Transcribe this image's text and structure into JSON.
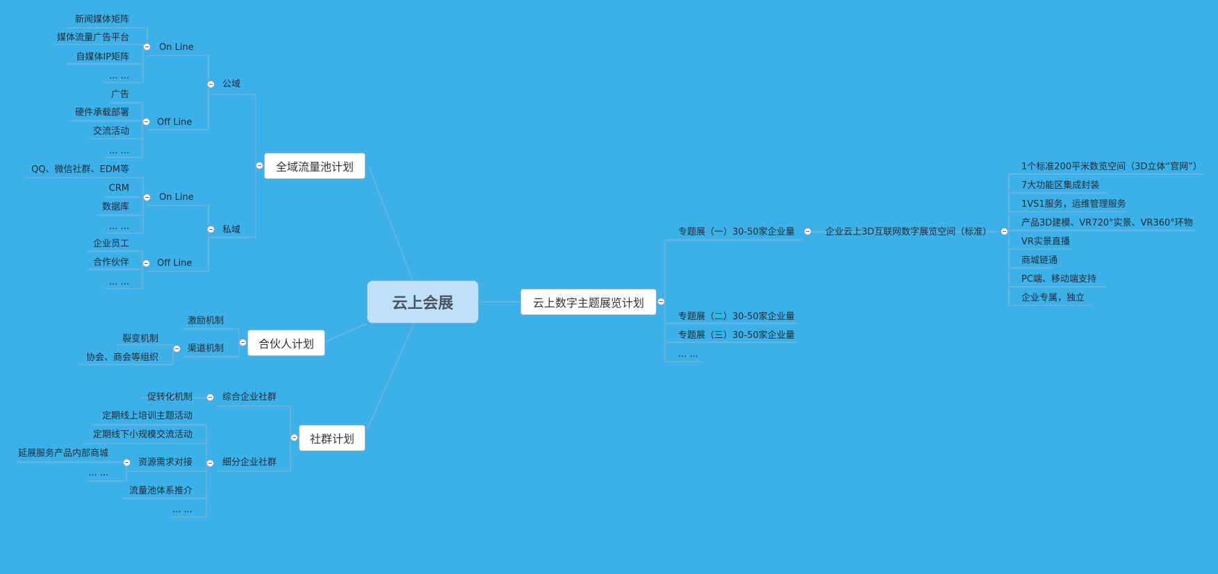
{
  "central": "云上会展",
  "branches": {
    "traffic": {
      "label": "全域流量池计划",
      "public": {
        "label": "公域",
        "online": {
          "label": "On Line",
          "items": [
            "新闻媒体矩阵",
            "媒体流量广告平台",
            "自媒体IP矩阵",
            "... ..."
          ]
        },
        "offline": {
          "label": "Off Line",
          "items": [
            "广告",
            "硬件承载部署",
            "交流活动",
            "... ..."
          ]
        }
      },
      "private": {
        "label": "私域",
        "online": {
          "label": "On Line",
          "items": [
            "QQ、微信社群、EDM等",
            "CRM",
            "数据库",
            "... ..."
          ]
        },
        "offline": {
          "label": "Off Line",
          "items": [
            "企业员工",
            "合作伙伴",
            "... ..."
          ]
        }
      }
    },
    "partner": {
      "label": "合伙人计划",
      "incentive": "激励机制",
      "channel": {
        "label": "渠道机制",
        "items": [
          "裂变机制",
          "协会、商会等组织"
        ]
      }
    },
    "community": {
      "label": "社群计划",
      "integrated": {
        "label": "综合企业社群",
        "items": [
          "促转化机制"
        ]
      },
      "segmented": {
        "label": "细分企业社群",
        "items": [
          "定期线上培训主题活动",
          "定期线下小规模交流活动",
          "资源需求对接",
          "流量池体系推介",
          "... ..."
        ],
        "resource": {
          "items": [
            "延展服务产品内部商城",
            "... ..."
          ]
        }
      }
    },
    "exhibition": {
      "label": "云上数字主题展览计划",
      "shows": [
        "专题展（一）30-50家企业量",
        "专题展（二）30-50家企业量",
        "专题展（三）30-50家企业量",
        "... ..."
      ],
      "space": {
        "label": "企业云上3D互联网数字展览空间（标准）",
        "items": [
          "1个标准200平米数览空间（3D立体“官网”）",
          "7大功能区集成封装",
          "1VS1服务，运维管理服务",
          "产品3D建模、VR720°实景、VR360°环物",
          "VR实景直播",
          "商城链通",
          "PC端、移动端支持",
          "企业专属，独立"
        ]
      }
    }
  },
  "colors": {
    "background": "#3cb0e8",
    "line": "#8fb6cc",
    "node": "#ffffff",
    "central": "#bfe0fb"
  }
}
